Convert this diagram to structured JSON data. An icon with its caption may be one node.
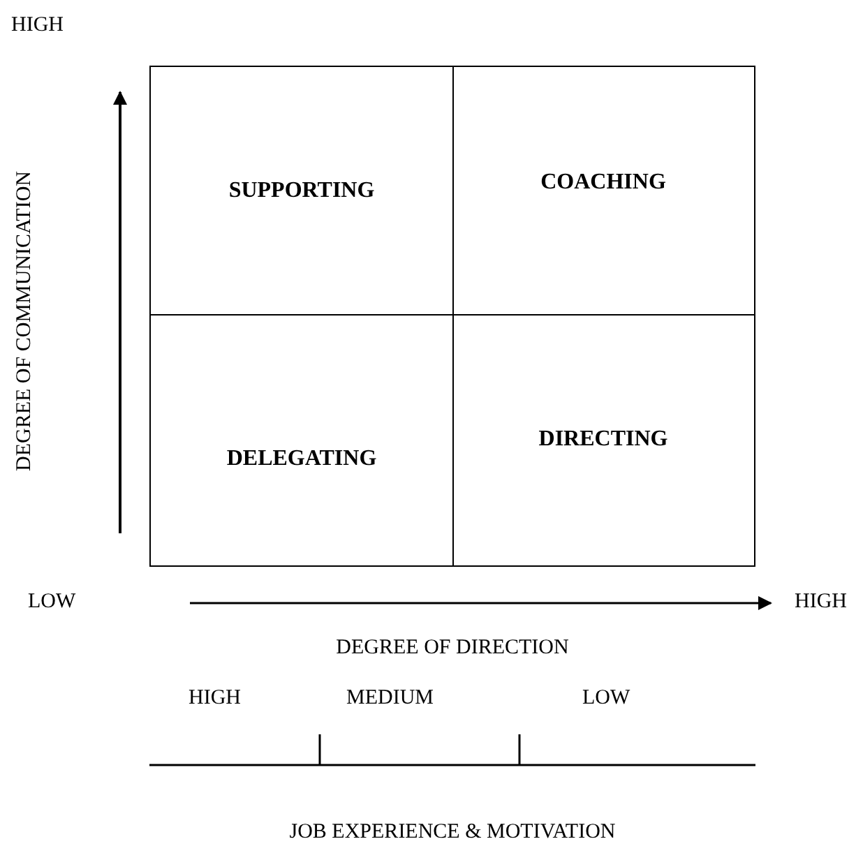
{
  "diagram": {
    "nodes": [
      {
        "text": [
          "SUPPORTING"
        ]
      },
      {
        "text": [
          "COACHING"
        ]
      },
      {
        "text": [
          "DELEGATING"
        ]
      },
      {
        "text": [
          "DIRECTING"
        ]
      }
    ],
    "labels": [
      "HIGH",
      "DEGREE OF COMMUNICATION",
      "LOW",
      "HIGH",
      "DEGREE OF DIRECTION",
      "HIGH",
      "MEDIUM",
      "LOW",
      "JOB EXPERIENCE & MOTIVATION"
    ]
  }
}
